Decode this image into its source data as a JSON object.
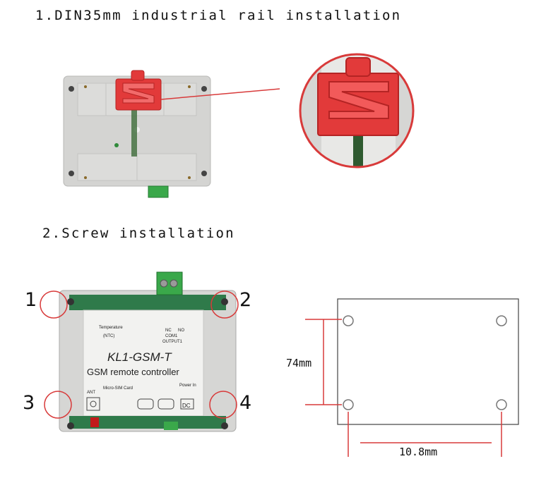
{
  "sections": {
    "rail_title": "1.DIN35mm industrial rail installation",
    "screw_title": "2.Screw installation"
  },
  "corner_labels": [
    "1",
    "2",
    "3",
    "4"
  ],
  "device_label": {
    "temperature": "Temperature",
    "temperature_sub": "(NTC)",
    "model": "KL1-GSM-T",
    "description": "GSM remote controller",
    "ant": "ANT",
    "sim": "Micro-SIM Card",
    "output": "OUTPUT1",
    "com": "COM1",
    "nc": "NC",
    "no": "NO",
    "power": "DC",
    "power_in": "Power In"
  },
  "dimensions": {
    "height": "74mm",
    "width": "10.8mm"
  },
  "colors": {
    "housing": "#d8d8d8",
    "clip": "#e23a3a",
    "terminal": "#3aa84a",
    "callout_ring": "#d83a3a"
  }
}
